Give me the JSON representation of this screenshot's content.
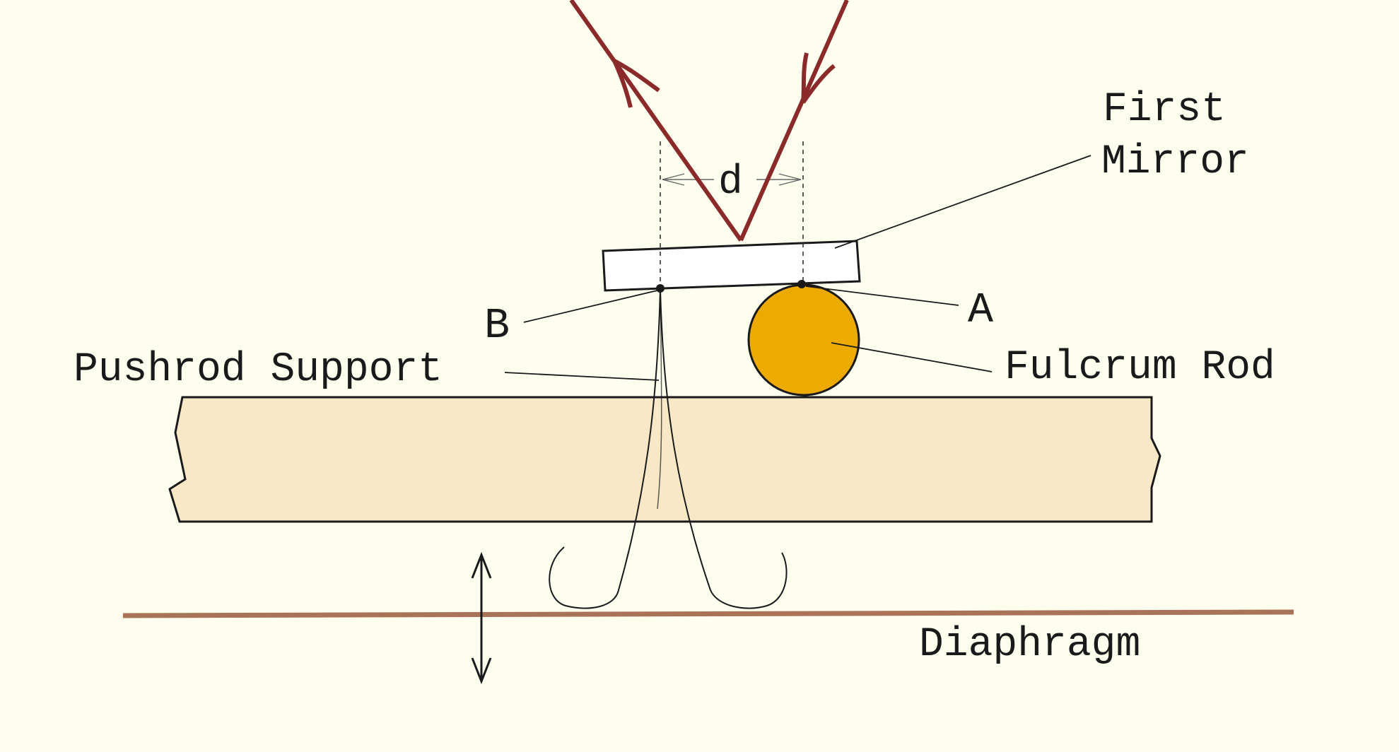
{
  "labels": {
    "first_mirror_line1": "First",
    "first_mirror_line2": "Mirror",
    "point_a": "A",
    "point_b": "B",
    "distance": "d",
    "pushrod_support": "Pushrod Support",
    "fulcrum_rod": "Fulcrum Rod",
    "diaphragm": "Diaphragm"
  },
  "colors": {
    "background": "#fefeef",
    "beam_ray": "#8b2a2a",
    "fulcrum_rod": "#edaa00",
    "base_block": "#f9e8c8",
    "diaphragm": "#a87358",
    "mirror": "#ffffff",
    "outline": "#1a1a1a"
  }
}
